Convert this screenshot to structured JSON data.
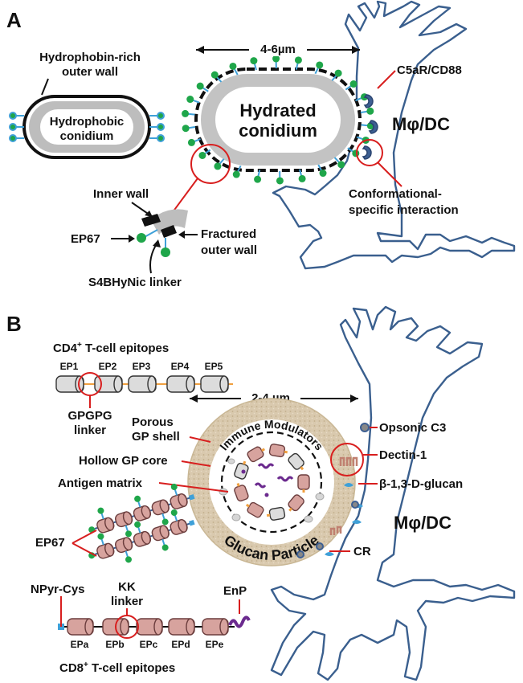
{
  "panelA": {
    "letter": "A",
    "outer_wall_label": [
      "Hydrophobin-rich",
      "outer wall"
    ],
    "hydrophobic_label": [
      "Hydrophobic",
      "conidium"
    ],
    "hydrated_label": [
      "Hydrated",
      "conidium"
    ],
    "size_label": "4-6µm",
    "receptor_label": "C5aR/CD88",
    "cell_label": "Mφ/DC",
    "interaction_label": [
      "Conformational-",
      "specific interaction"
    ],
    "inner_wall_label": "Inner wall",
    "ep67_label": "EP67",
    "fractured_label": [
      "Fractured",
      "outer wall"
    ],
    "linker_label": "S4BHyNic linker"
  },
  "panelB": {
    "letter": "B",
    "cd4_title": "CD4",
    "cd4_sup": "+",
    "cd4_suffix": " T-cell epitopes",
    "cd4_epitopes": [
      "EP1",
      "EP2",
      "EP3",
      "EP4",
      "EP5"
    ],
    "gpgpg_label": [
      "GPGPG",
      "linker"
    ],
    "size_label": "2-4 µm",
    "porous_label": [
      "Porous",
      "GP shell"
    ],
    "hollow_label": "Hollow GP core",
    "antigen_label": "Antigen matrix",
    "immune_label": "Immune Modulators",
    "glucan_label": "Glucan Particle",
    "opsonic_label": "Opsonic C3",
    "dectin_label": "Dectin-1",
    "glucan_ligand_label": "β-1,3-D-glucan",
    "cell_label": "Mφ/DC",
    "cr_label": "CR",
    "ep67_label": "EP67",
    "npyr_label": "NPyr-Cys",
    "kk_label": [
      "KK",
      "linker"
    ],
    "enp_label": "EnP",
    "cd8_epitopes": [
      "EPa",
      "EPb",
      "EPc",
      "EPd",
      "EPe"
    ],
    "cd8_title": "CD8",
    "cd8_sup": "+",
    "cd8_suffix": " T-cell epitopes"
  },
  "colors": {
    "green": "#1fa64a",
    "stalk": "#3fa0d8",
    "membrane": "#3a5f8e",
    "red": "#d81e1e",
    "epitope_red": "#d7a39e",
    "glucan_shell": "#d8c8ad",
    "linker_orange": "#f0a040",
    "purple": "#6b2a8e"
  }
}
